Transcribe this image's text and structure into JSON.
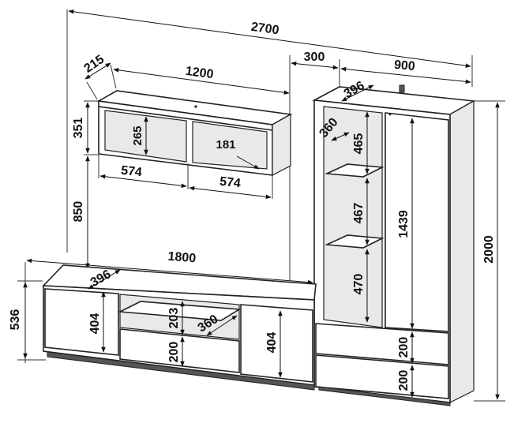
{
  "dimensions": {
    "total_width": "2700",
    "gap_width": "300",
    "cabinet_width": "900",
    "shelf_depth": "215",
    "shelf_width": "1200",
    "shelf_height": "351",
    "shelf_inner_height": "265",
    "shelf_depth_inner": "181",
    "shelf_section_left": "574",
    "shelf_section_right": "574",
    "shelf_to_base": "850",
    "base_width": "1800",
    "base_depth": "396",
    "base_height": "536",
    "base_left_door": "404",
    "base_right_door": "404",
    "base_niche": "203",
    "base_drawer": "200",
    "base_niche_depth": "360",
    "cabinet_depth": "396",
    "cabinet_inner_depth": "360",
    "cabinet_upper_niche": "465",
    "cabinet_mid_niche": "467",
    "cabinet_low_niche": "470",
    "cabinet_door_height": "1439",
    "cabinet_height": "2000",
    "cabinet_drawer_top": "200",
    "cabinet_drawer_bottom": "200"
  }
}
